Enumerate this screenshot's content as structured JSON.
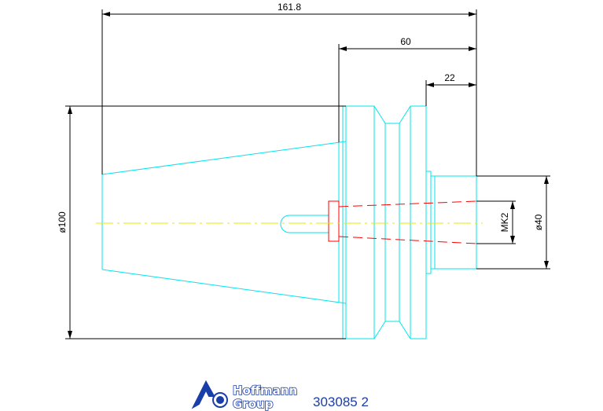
{
  "dimensions": {
    "overall_length": "161.8",
    "length_60": "60",
    "length_22": "22",
    "diameter_100": "ø100",
    "diameter_40": "ø40",
    "taper_mk": "MK2"
  },
  "logo": {
    "line1": "Hoffmann",
    "line2": "Group"
  },
  "part_number": "303085 2",
  "colors": {
    "outline": "#00e5ee",
    "dimension": "#000000",
    "hidden_bore": "#ff0000",
    "centerline": "#e8e800",
    "brand": "#1a3ea8"
  }
}
